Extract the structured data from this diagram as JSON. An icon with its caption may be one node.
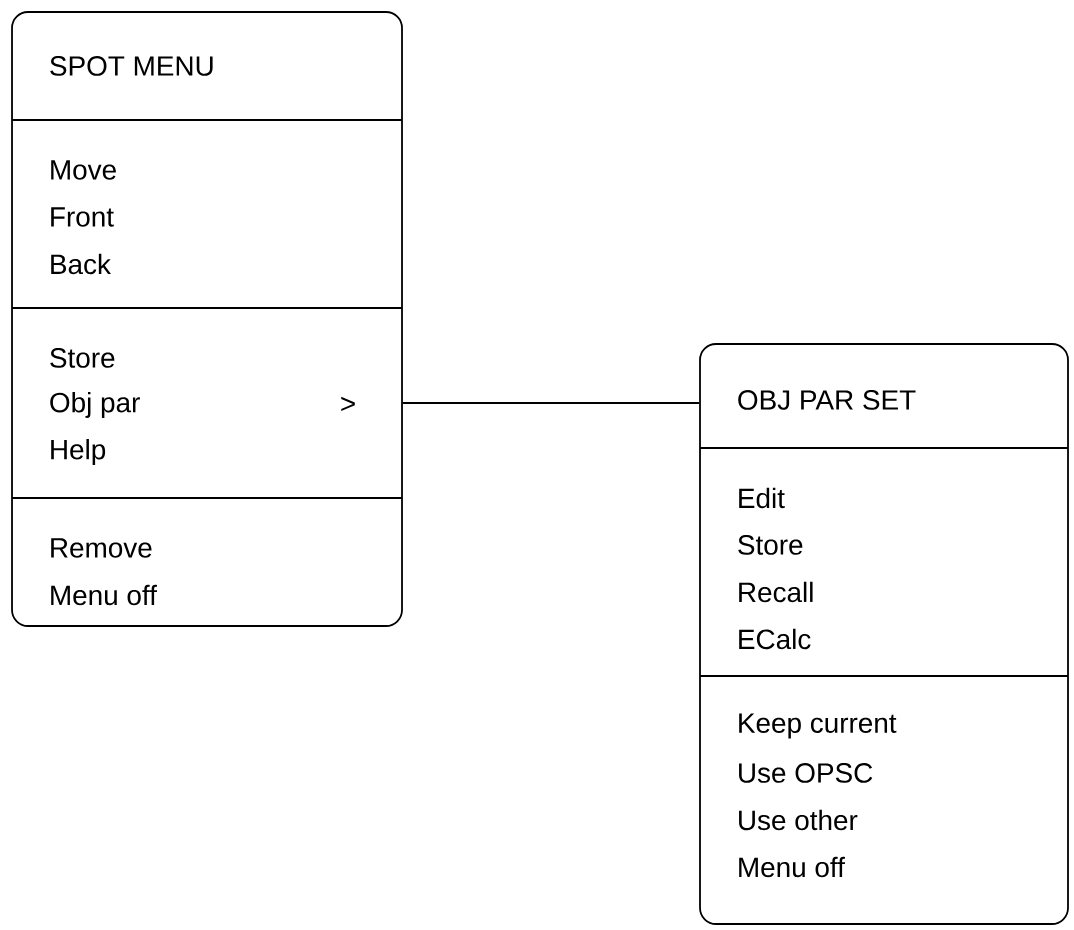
{
  "diagram": {
    "nodes": [
      {
        "text": [
          "SPOT MENU"
        ]
      },
      {
        "text": [
          "Move",
          "Front",
          "Back"
        ],
        "in": 0
      },
      {
        "text": [
          "Store",
          "Obj par",
          "Help"
        ],
        "in": 0
      },
      {
        "text": [
          "Remove",
          "Menu off"
        ],
        "in": 0
      },
      {
        "text": [
          "OBJ PAR SET"
        ]
      },
      {
        "text": [
          "Edit",
          "Store",
          "Recall",
          "ECalc"
        ],
        "in": 4
      },
      {
        "text": [
          "Keep current",
          "Use OPSC",
          "Use other",
          "Menu off"
        ],
        "in": 4
      }
    ],
    "edges": [
      {
        "from": 2,
        "to": 4,
        "arrow": "none"
      }
    ],
    "labels": [
      ">"
    ]
  }
}
